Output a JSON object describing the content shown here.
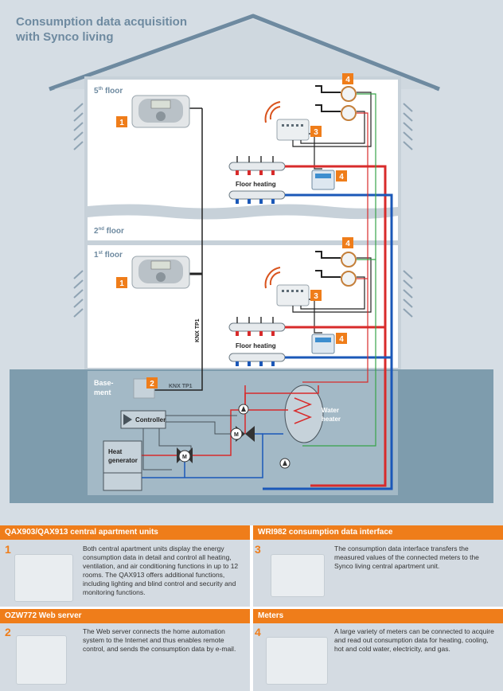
{
  "title_line1": "Consumption data acquisition",
  "title_line2": "with Synco living",
  "floors": {
    "fifth_prefix": "5",
    "fifth_sup": "th",
    "fifth_suffix": " floor",
    "second_prefix": "2",
    "second_sup": "nd",
    "second_suffix": " floor",
    "first_prefix": "1",
    "first_sup": "st",
    "first_suffix": " floor",
    "basement_line1": "Base-",
    "basement_line2": "ment"
  },
  "labels": {
    "floor_heating": "Floor heating",
    "knx_vertical": "KNX TP1",
    "knx_basement": "KNX TP1",
    "controller": "Controller",
    "heat_generator_line1": "Heat",
    "heat_generator_line2": "generator",
    "water_heater_line1": "Water",
    "water_heater_line2": "heater",
    "mixing_valve": "M"
  },
  "markers": {
    "central_unit": "1",
    "web_server": "2",
    "data_interface": "3",
    "meter": "4"
  },
  "colors": {
    "sky": "#d5dde4",
    "house_outline": "#6e8aa0",
    "basement": "#7e9cad",
    "orange": "#ef7d1a",
    "supply_red": "#d82b2b",
    "return_blue": "#1b58b8",
    "green_line": "#37a349"
  },
  "panels": [
    {
      "heading": "QAX903/QAX913 central apartment units",
      "number": "1",
      "text": "Both central apartment units display the energy consumption data in detail and control all heating, ventilation, and air conditioning functions in up to 12 rooms. The QAX913 offers additional functions, including lighting and blind control and security and monitoring functions."
    },
    {
      "heading": "WRI982 consumption data interface",
      "number": "3",
      "text": "The consumption data interface transfers the measured values of the connected meters to the Synco living central apartment unit."
    },
    {
      "heading": "OZW772 Web server",
      "number": "2",
      "text": "The Web server connects the home automation system to the Internet and thus enables remote control, and sends the consumption data by e-mail."
    },
    {
      "heading": "Meters",
      "number": "4",
      "text": "A large variety of meters can be connected to acquire and read out consumption data for heating, cooling, hot and cold water, electricity, and gas."
    }
  ]
}
